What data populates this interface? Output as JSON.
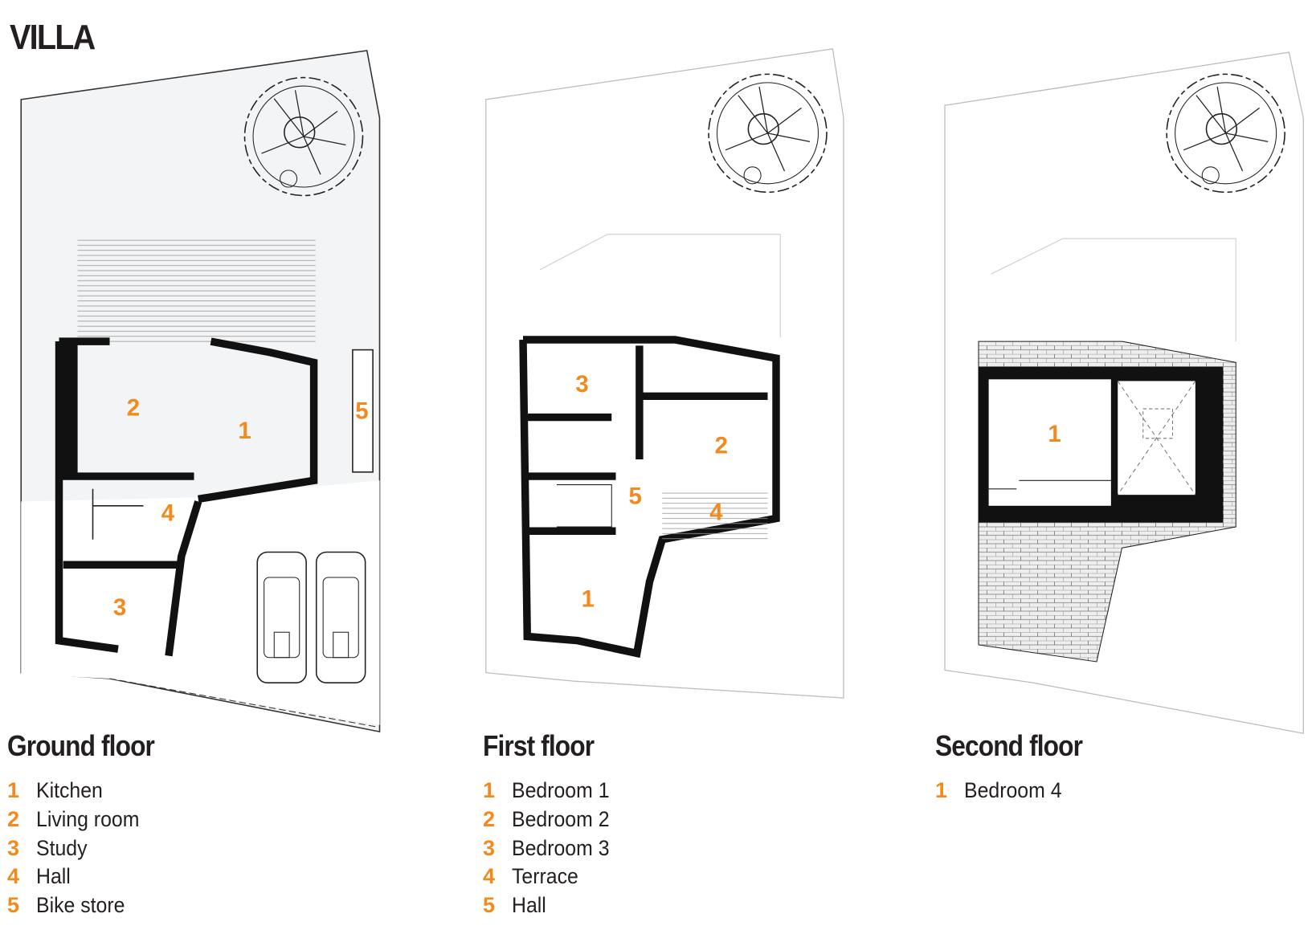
{
  "title": "VILLA",
  "colors": {
    "accent": "#f28a1e",
    "wall": "#111111",
    "site_fill": "#f3f4f5"
  },
  "floors": [
    {
      "heading": "Ground floor",
      "rooms": [
        {
          "num": "1",
          "label": "Kitchen"
        },
        {
          "num": "2",
          "label": "Living room"
        },
        {
          "num": "3",
          "label": "Study"
        },
        {
          "num": "4",
          "label": "Hall"
        },
        {
          "num": "5",
          "label": "Bike store"
        }
      ]
    },
    {
      "heading": "First floor",
      "rooms": [
        {
          "num": "1",
          "label": "Bedroom 1"
        },
        {
          "num": "2",
          "label": "Bedroom 2"
        },
        {
          "num": "3",
          "label": "Bedroom 3"
        },
        {
          "num": "4",
          "label": "Terrace"
        },
        {
          "num": "5",
          "label": "Hall"
        }
      ]
    },
    {
      "heading": "Second floor",
      "rooms": [
        {
          "num": "1",
          "label": "Bedroom 4"
        }
      ]
    }
  ]
}
